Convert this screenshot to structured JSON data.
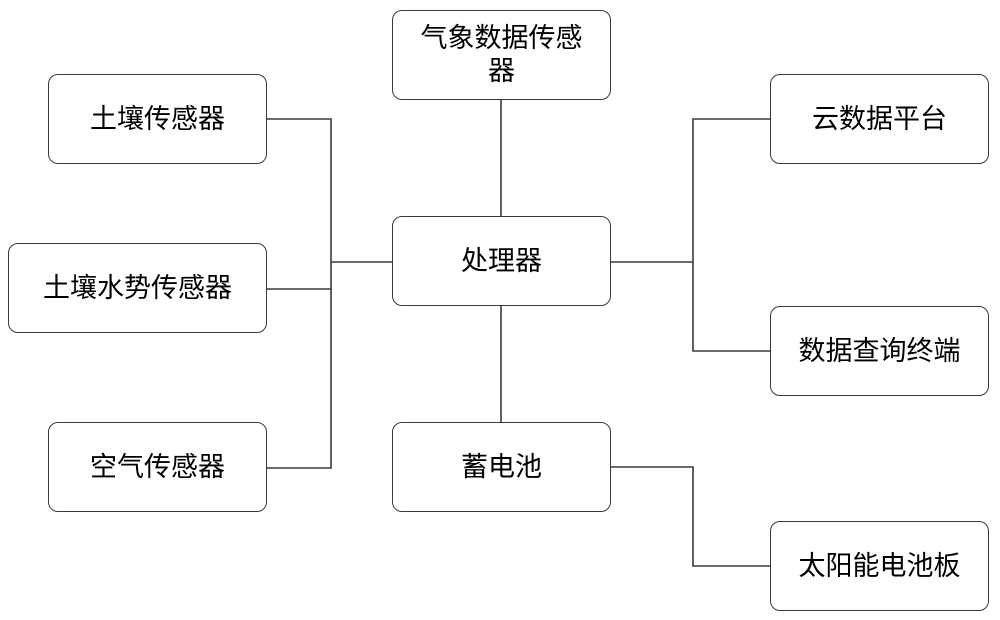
{
  "diagram": {
    "nodes": {
      "weather_sensor": "气象数据传感器",
      "soil_sensor": "土壤传感器",
      "soil_moisture_sensor": "土壤水势传感器",
      "air_sensor": "空气传感器",
      "processor": "处理器",
      "cloud_platform": "云数据平台",
      "query_terminal": "数据查询终端",
      "storage_battery": "蓄电池",
      "solar_panel": "太阳能电池板"
    },
    "edges": [
      [
        "weather_sensor",
        "processor"
      ],
      [
        "soil_sensor",
        "processor"
      ],
      [
        "soil_moisture_sensor",
        "processor"
      ],
      [
        "air_sensor",
        "processor"
      ],
      [
        "processor",
        "cloud_platform"
      ],
      [
        "processor",
        "query_terminal"
      ],
      [
        "processor",
        "storage_battery"
      ],
      [
        "storage_battery",
        "solar_panel"
      ]
    ],
    "colors": {
      "line": "#3a3a3a",
      "box_border": "#3a3a3a",
      "box_fill": "#ffffff",
      "text": "#000000"
    }
  }
}
